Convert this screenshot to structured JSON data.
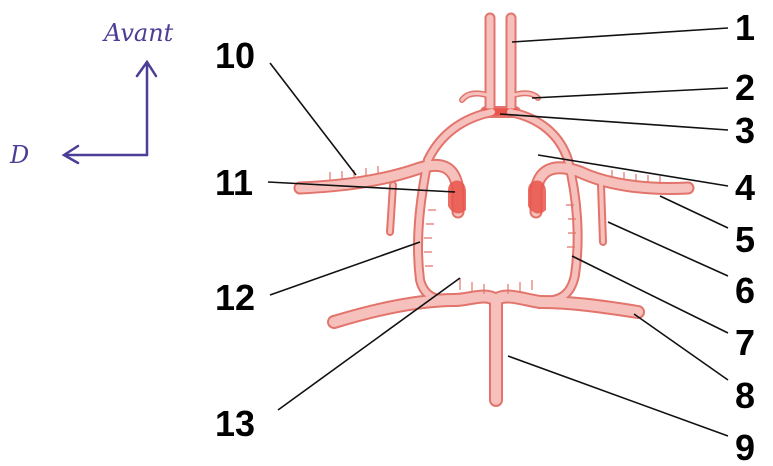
{
  "orientation": {
    "forward_label": "Avant",
    "side_label": "D"
  },
  "labels": [
    "1",
    "2",
    "3",
    "4",
    "5",
    "6",
    "7",
    "8",
    "9",
    "10",
    "11",
    "12",
    "13"
  ],
  "colors": {
    "vessel_fill": "#f6c1bd",
    "vessel_edge": "#e2746c",
    "orientation_ink": "#4a3e96",
    "label_ink": "#000000"
  }
}
